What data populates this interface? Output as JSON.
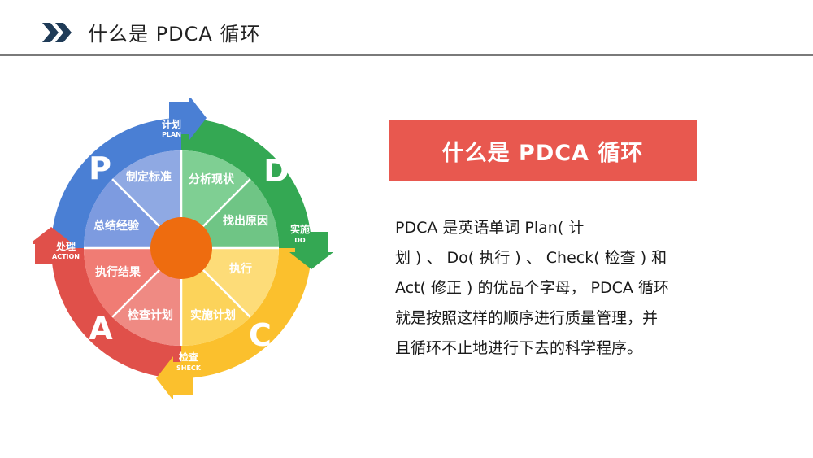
{
  "header": {
    "title": "什么是 PDCA 循环"
  },
  "banner": {
    "text": "什么是 PDCA 循环"
  },
  "description": {
    "lines": [
      "PDCA 是英语单词 Plan( 计",
      "划 ) 、 Do( 执行 ) 、 Check( 检查 ) 和",
      "Act( 修正 ) 的优品个字母， PDCA 循环",
      "就是按照这样的顺序进行质量管理，并",
      "且循环不止地进行下去的科学程序。"
    ]
  },
  "cycle": {
    "letters": {
      "p": "P",
      "d": "D",
      "c": "C",
      "a": "A"
    },
    "arrows": {
      "plan": {
        "cn": "计划",
        "en": "PLAN"
      },
      "do": {
        "cn": "实施",
        "en": "DO"
      },
      "check": {
        "cn": "检查",
        "en": "SHECK"
      },
      "action": {
        "cn": "处理",
        "en": "ACTION"
      }
    },
    "segments": [
      "制定标准",
      "分析现状",
      "找出原因",
      "执行",
      "实施计划",
      "检查计划",
      "执行结果",
      "总结经验"
    ],
    "colors": {
      "plan": "#4a7fd4",
      "do": "#34a853",
      "check": "#fbc02d",
      "action": "#e0504a",
      "plan_light": "#8fa9e3",
      "do_light": "#7fcf93",
      "check_light": "#fddc78",
      "action_light": "#ef8a83",
      "center": "#ee6c0f",
      "banner": "#e8584f"
    }
  }
}
